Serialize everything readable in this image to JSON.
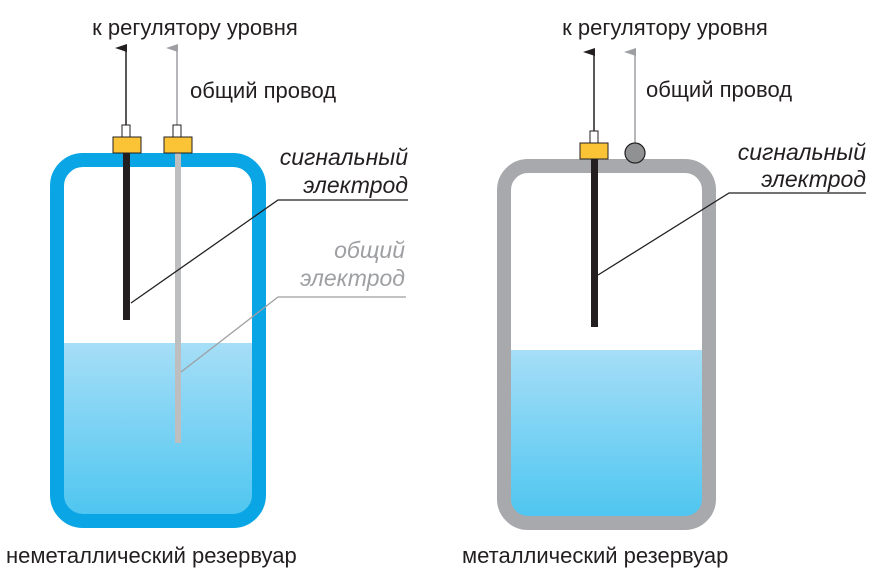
{
  "left_tank": {
    "to_regulator": "к регулятору уровня",
    "common_wire": "общий провод",
    "signal_electrode_line1": "сигнальный",
    "signal_electrode_line2": "электрод",
    "common_electrode_line1": "общий",
    "common_electrode_line2": "электрод",
    "caption": "неметаллический резервуар",
    "wall_color": "#0aa5e4"
  },
  "right_tank": {
    "to_regulator": "к регулятору уровня",
    "common_wire": "общий провод",
    "signal_electrode_line1": "сигнальный",
    "signal_electrode_line2": "электрод",
    "caption": "металлический резервуар",
    "wall_color": "#a7a9ac"
  },
  "colors": {
    "water_top": "#a6def7",
    "water_bottom": "#4fc6f0",
    "connector": "#fbc437"
  }
}
